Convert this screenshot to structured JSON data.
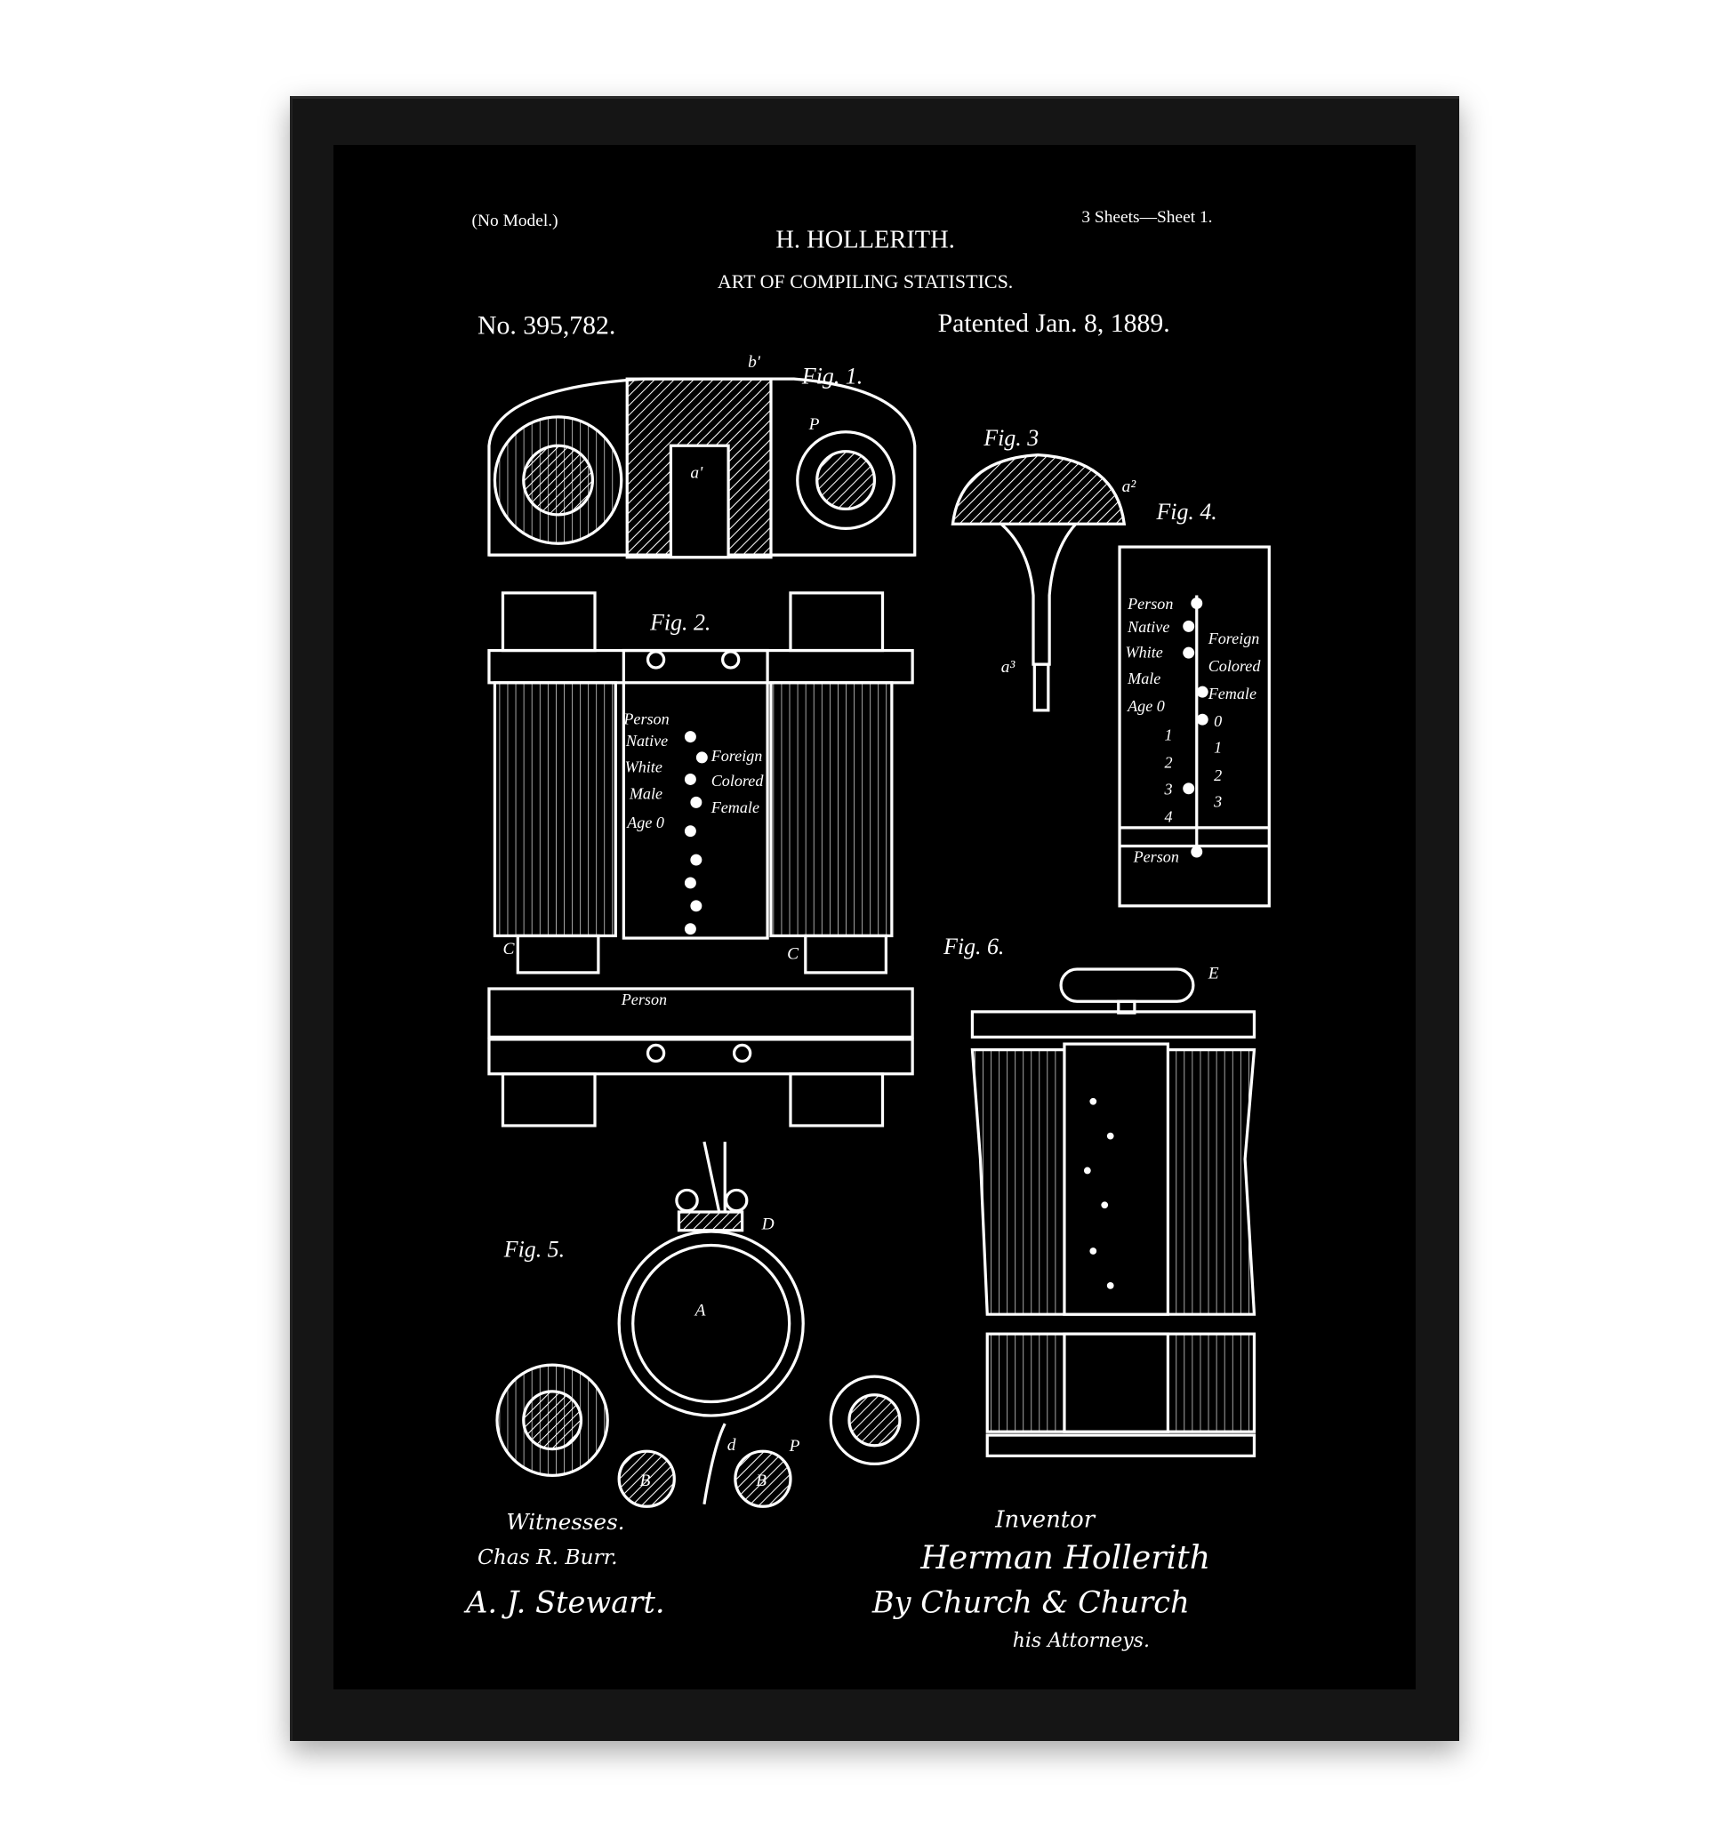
{
  "header": {
    "model_note": "(No Model.)",
    "sheets": "3 Sheets—Sheet 1.",
    "inventor_name": "H. HOLLERITH.",
    "title": "ART OF COMPILING STATISTICS.",
    "patent_number": "No. 395,782.",
    "patent_date": "Patented Jan. 8, 1889."
  },
  "figures": {
    "fig1": "Fig. 1.",
    "fig2": "Fig. 2.",
    "fig3": "Fig. 3",
    "fig4": "Fig. 4.",
    "fig5": "Fig. 5.",
    "fig6": "Fig. 6."
  },
  "card_labels": {
    "left": [
      "Person",
      "Native",
      "White",
      "Male",
      "Age 0",
      "1",
      "2",
      "3",
      "4"
    ],
    "right": [
      "Foreign",
      "Colored",
      "Female",
      "0",
      "1",
      "2",
      "3"
    ],
    "bottom": "Person"
  },
  "part_letters": {
    "b_prime": "b'",
    "p": "P",
    "a_prime": "a'",
    "a2": "a²",
    "a3": "a³",
    "c": "C",
    "e": "E",
    "a": "A",
    "b": "B",
    "d": "D",
    "d_small": "d"
  },
  "signatures": {
    "witnesses_label": "Witnesses.",
    "witness1": "Chas R. Burr.",
    "witness2": "A. J. Stewart.",
    "inventor_label": "Inventor",
    "inventor_signature": "Herman Hollerith",
    "attorneys_signature": "By Church & Church",
    "attorneys_label": "his Attorneys."
  }
}
